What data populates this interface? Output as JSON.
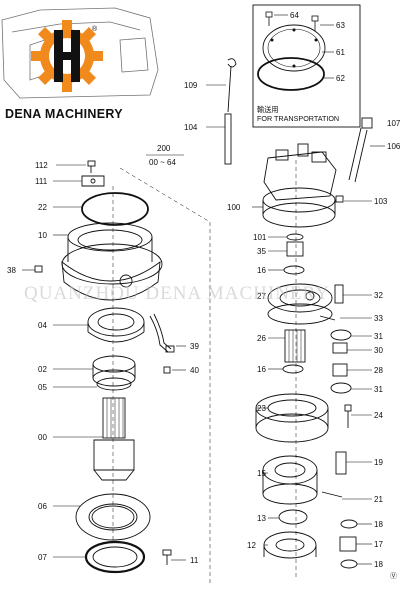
{
  "brand": {
    "name": "DENA MACHINERY",
    "mark": "®",
    "logo_color": "#f08a1c"
  },
  "watermark": "QUANZHOU DENA MACHINERY",
  "inset": {
    "note_cn": "輸送用",
    "note_en": "FOR TRANSPORTATION"
  },
  "group_ref": {
    "number": "200",
    "range": "00 ~ 64"
  },
  "corner_mark": "Ⓥ",
  "callouts": [
    "64",
    "63",
    "61",
    "62",
    "109",
    "104",
    "107",
    "106",
    "100",
    "103",
    "101",
    "35",
    "16",
    "27",
    "32",
    "33",
    "31",
    "30",
    "26",
    "28",
    "16",
    "31",
    "23",
    "24",
    "19",
    "15",
    "21",
    "18",
    "17",
    "18",
    "13",
    "12",
    "112",
    "111",
    "22",
    "10",
    "38",
    "04",
    "39",
    "40",
    "02",
    "05",
    "00",
    "06",
    "07",
    "11"
  ]
}
